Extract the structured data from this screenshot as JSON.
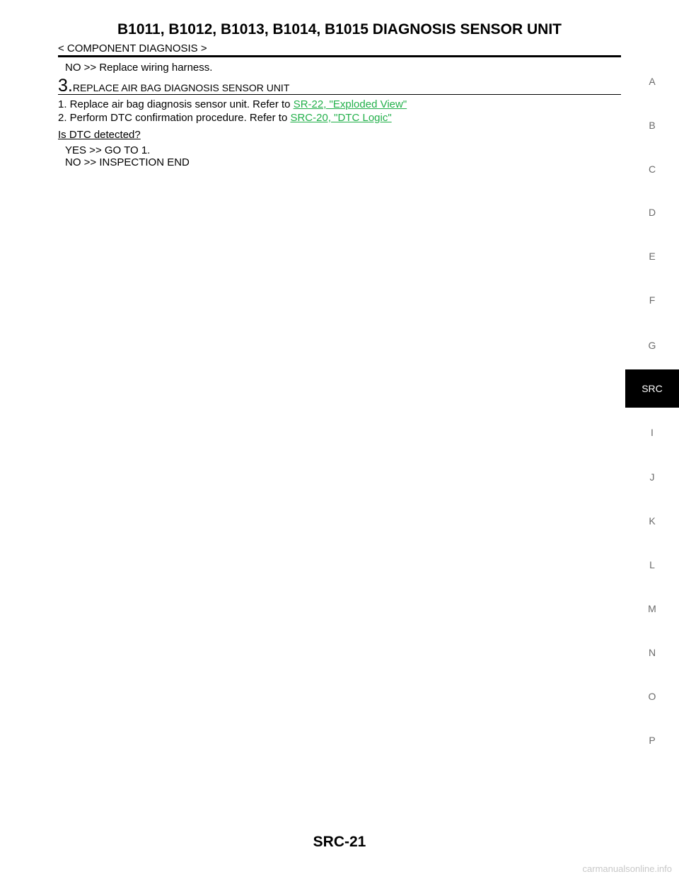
{
  "header": {
    "title": "B1011, B1012, B1013, B1014, B1015 DIAGNOSIS SENSOR UNIT",
    "section": "< COMPONENT DIAGNOSIS >"
  },
  "content": {
    "no_result": "NO      >> Replace wiring harness.",
    "step": {
      "number": "3.",
      "title": "REPLACE AIR BAG DIAGNOSIS SENSOR UNIT"
    },
    "items": [
      {
        "prefix": "1.  Replace air bag diagnosis sensor unit. Refer to ",
        "link": "SR-22, \"Exploded View\""
      },
      {
        "prefix": "2.  Perform DTC confirmation procedure. Refer to ",
        "link": "SRC-20, \"DTC Logic\""
      }
    ],
    "question": "Is DTC detected?",
    "yes_result": "YES     >>  GO TO 1.",
    "no_result_2": "NO      >> INSPECTION END"
  },
  "side_index": {
    "letters": [
      "A",
      "B",
      "C",
      "D",
      "E",
      "F",
      "G",
      "I",
      "J",
      "K",
      "L",
      "M",
      "N",
      "O",
      "P"
    ],
    "active": "SRC"
  },
  "footer": {
    "page_number": "SRC-21",
    "watermark": "carmanualsonline.info"
  }
}
